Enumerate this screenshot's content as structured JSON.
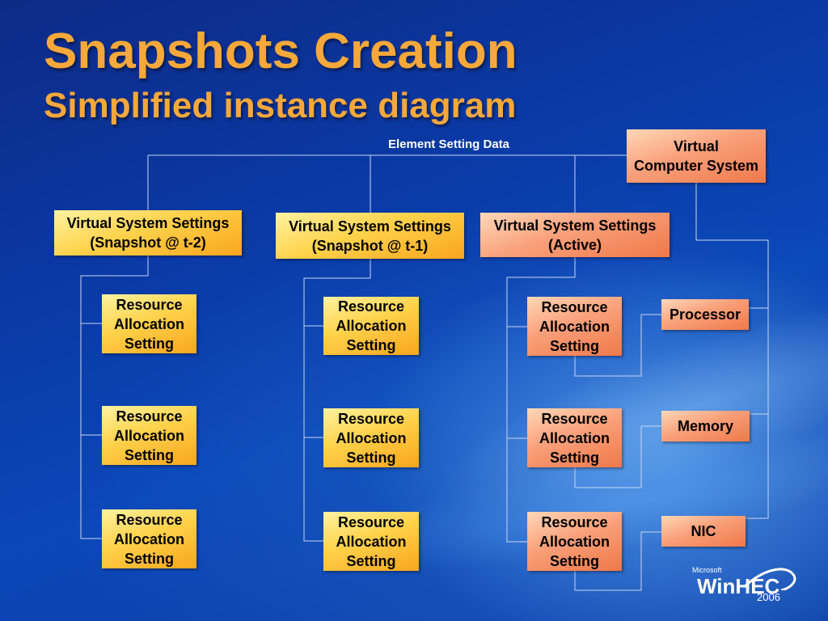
{
  "title": "Snapshots Creation",
  "subtitle": "Simplified instance diagram",
  "connector_label": "Element Setting Data",
  "boxes": {
    "vcs": "Virtual\nComputer System",
    "vss_t2": "Virtual System Settings\n(Snapshot @ t-2)",
    "vss_t1": "Virtual System Settings\n(Snapshot @ t-1)",
    "vss_active": "Virtual System Settings\n(Active)",
    "ras": "Resource\nAllocation\nSetting",
    "processor": "Processor",
    "memory": "Memory",
    "nic": "NIC"
  },
  "logo": {
    "brand": "Microsoft",
    "name": "WinHEC",
    "year": "2006"
  },
  "colors": {
    "title": "#f7a83a",
    "yellow_box": "#ffd24a",
    "salmon_box": "#f9a07a",
    "line": "#c8d6f0"
  }
}
